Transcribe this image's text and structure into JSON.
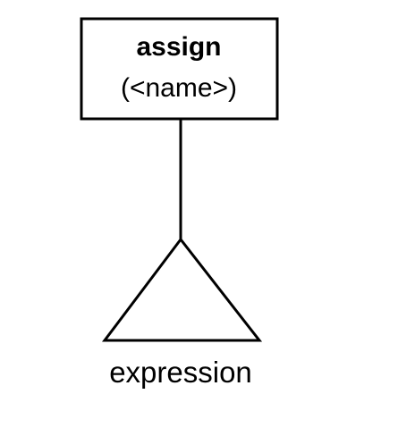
{
  "node": {
    "title": "assign",
    "parameter": "(<name>)"
  },
  "subtree": {
    "label": "expression"
  }
}
